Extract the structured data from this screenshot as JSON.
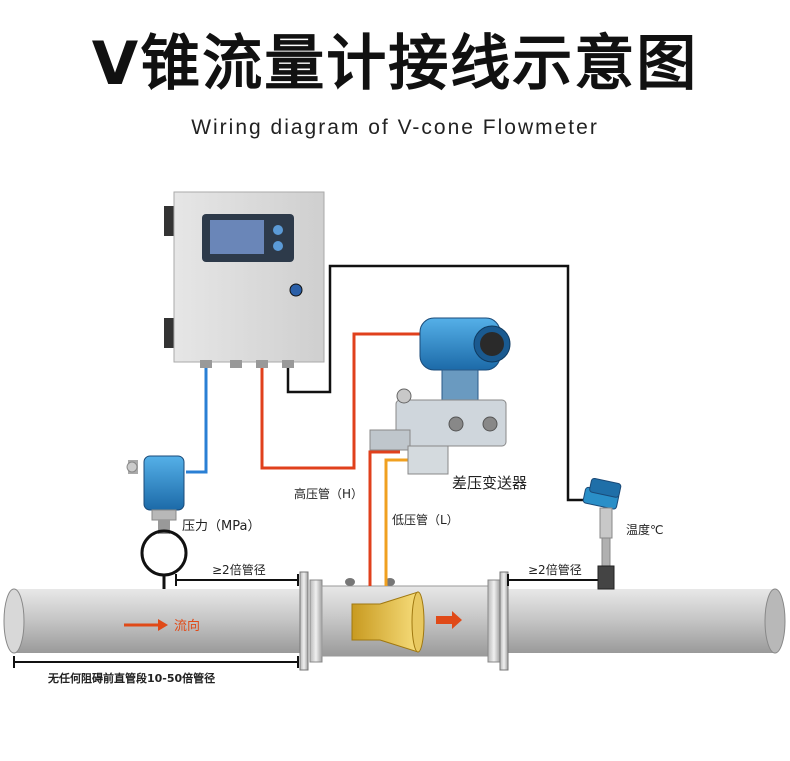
{
  "header": {
    "title": "V锥流量计接线示意图",
    "subtitle": "Wiring diagram of V-cone Flowmeter"
  },
  "labels": {
    "dp_transmitter": "差压变送器",
    "high_pressure_pipe": "高压管（H）",
    "low_pressure_pipe": "低压管（L）",
    "pressure": "压力（MPa）",
    "temperature": "温度℃",
    "upstream_distance": "≥2倍管径",
    "downstream_distance": "≥2倍管径",
    "flow_direction": "流向",
    "straight_pipe": "无任何阻碍前直管段10-50倍管径"
  },
  "colors": {
    "blue_wire": "#2a7fd4",
    "red_wire": "#e0401c",
    "orange_wire": "#f0a020",
    "black_wire": "#111111",
    "pipe": "#c8c8c8",
    "transmitter": "#2a8fc8"
  }
}
